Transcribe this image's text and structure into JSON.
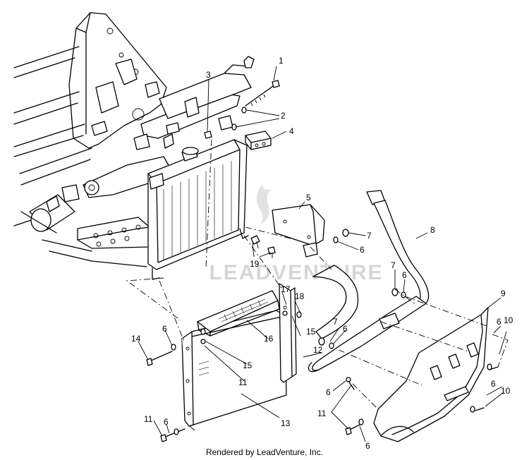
{
  "diagram": {
    "callouts": [
      "1",
      "2",
      "3",
      "4",
      "5",
      "6",
      "7",
      "8",
      "9",
      "10",
      "11",
      "12",
      "13",
      "14",
      "15",
      "16",
      "17",
      "18",
      "19"
    ],
    "watermark": "LEADVENTURE"
  },
  "footer": {
    "text": "Rendered by LeadVenture, Inc."
  }
}
